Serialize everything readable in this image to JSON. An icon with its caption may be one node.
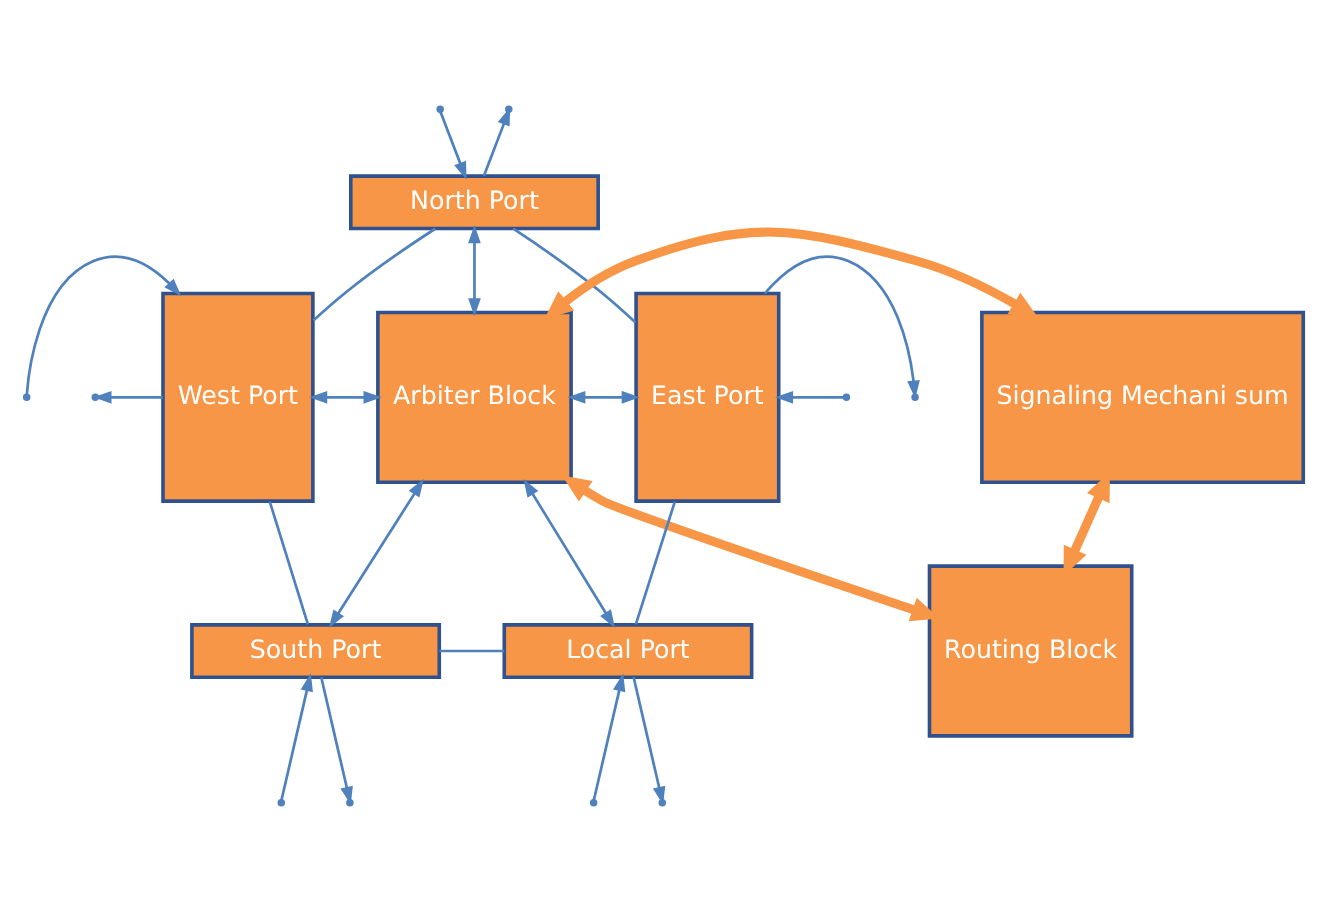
{
  "diagram": {
    "nodes": [
      {
        "text": [
          "North Port"
        ]
      },
      {
        "text": [
          "Arbiter Block"
        ]
      },
      {
        "text": [
          "Signaling Mechani sum"
        ]
      },
      {
        "text": [
          "West Port"
        ]
      },
      {
        "text": [
          "East Port"
        ]
      },
      {
        "text": [
          "Routing Block"
        ]
      },
      {
        "text": [
          "South Port"
        ]
      },
      {
        "text": [
          "Local Port"
        ]
      }
    ],
    "edges": [
      {
        "from": null,
        "to": 0,
        "arrow": "to"
      },
      {
        "from": 0,
        "to": null,
        "arrow": "to"
      },
      {
        "from": 0,
        "to": 1,
        "arrow": "both"
      },
      {
        "from": null,
        "to": 3,
        "arrow": "to"
      },
      {
        "from": 3,
        "to": null,
        "arrow": "to"
      },
      {
        "from": 3,
        "to": 1,
        "arrow": "both"
      },
      {
        "from": 1,
        "to": 2,
        "arrow": "both",
        "style": "thick",
        "color": "#f79646"
      },
      {
        "from": 1,
        "to": 5,
        "arrow": "both",
        "style": "thick",
        "color": "#f79646"
      },
      {
        "from": 5,
        "to": 2,
        "arrow": "both",
        "style": "thick",
        "color": "#f79646"
      },
      {
        "from": 1,
        "to": 4,
        "arrow": "both"
      },
      {
        "from": 1,
        "to": 7,
        "arrow": "both"
      },
      {
        "from": 1,
        "to": 6,
        "arrow": "both"
      },
      {
        "from": 4,
        "to": null,
        "arrow": "to"
      },
      {
        "from": null,
        "to": 4,
        "arrow": "to"
      },
      {
        "from": 3,
        "to": 0,
        "arrow": "none"
      },
      {
        "from": 0,
        "to": 4,
        "arrow": "none"
      },
      {
        "from": 3,
        "to": 6,
        "arrow": "none"
      },
      {
        "from": 6,
        "to": 7,
        "arrow": "none"
      },
      {
        "from": 4,
        "to": 7,
        "arrow": "none"
      },
      {
        "from": null,
        "to": 6,
        "arrow": "to"
      },
      {
        "from": 6,
        "to": null,
        "arrow": "to"
      },
      {
        "from": null,
        "to": 7,
        "arrow": "to"
      },
      {
        "from": 7,
        "to": null,
        "arrow": "to"
      }
    ]
  }
}
